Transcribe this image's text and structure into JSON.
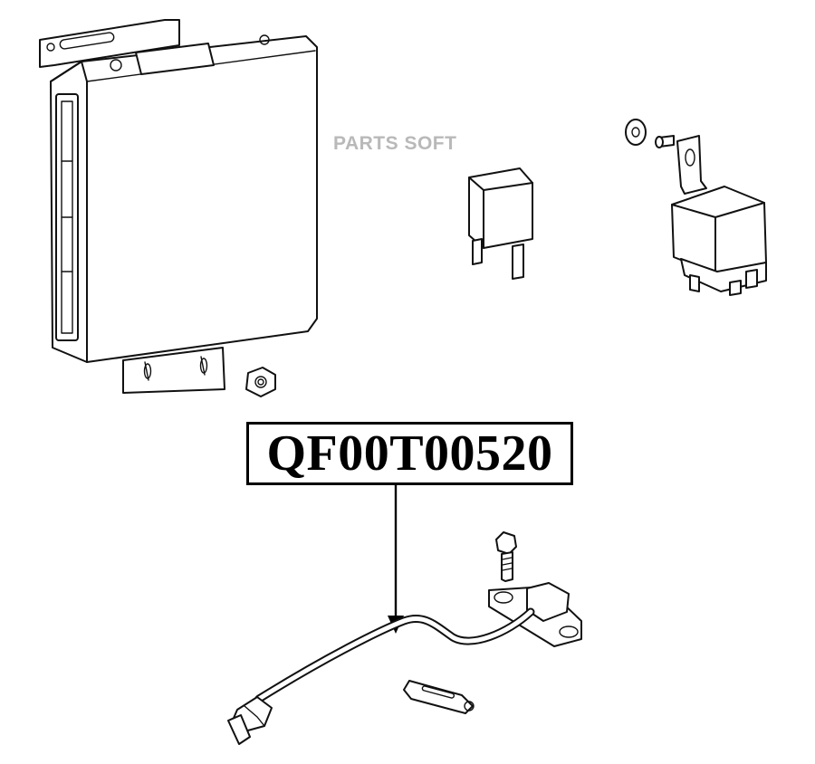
{
  "diagram": {
    "watermark": "PARTS SOFT",
    "part_number": "QF00T00520",
    "components": [
      "ecu-module",
      "mini-relay",
      "relay-with-bracket",
      "hex-nut",
      "bolt",
      "crankshaft-sensor-harness",
      "retaining-clip"
    ]
  }
}
